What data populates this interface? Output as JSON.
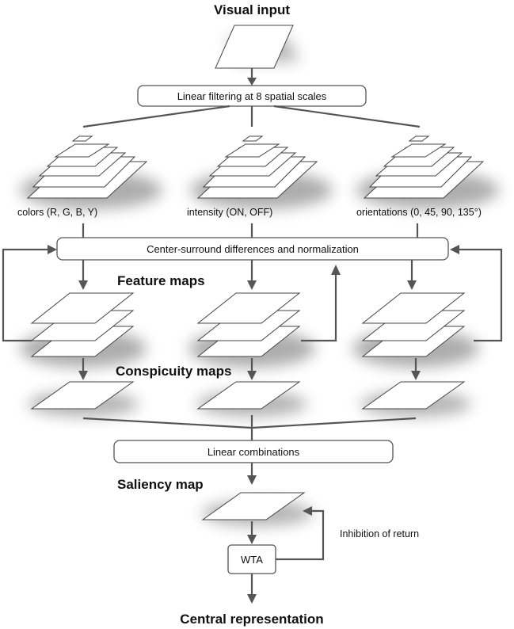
{
  "titles": {
    "visual_input": "Visual input",
    "feature_maps": "Feature maps",
    "conspicuity_maps": "Conspicuity maps",
    "saliency_map": "Saliency map",
    "central_representation": "Central representation"
  },
  "boxes": {
    "linear_filtering": "Linear filtering at 8 spatial scales",
    "center_surround": "Center-surround differences and normalization",
    "linear_combinations": "Linear combinations",
    "wta": "WTA"
  },
  "channels": {
    "colors": "colors (R, G, B, Y)",
    "intensity": "intensity  (ON, OFF)",
    "orientations": "orientations  (0, 45, 90, 135°)"
  },
  "feedback": {
    "inhibition_of_return": "Inhibition of return"
  },
  "colors": {
    "line": "#555555",
    "box_border": "#555555",
    "shadow": "#888888"
  }
}
